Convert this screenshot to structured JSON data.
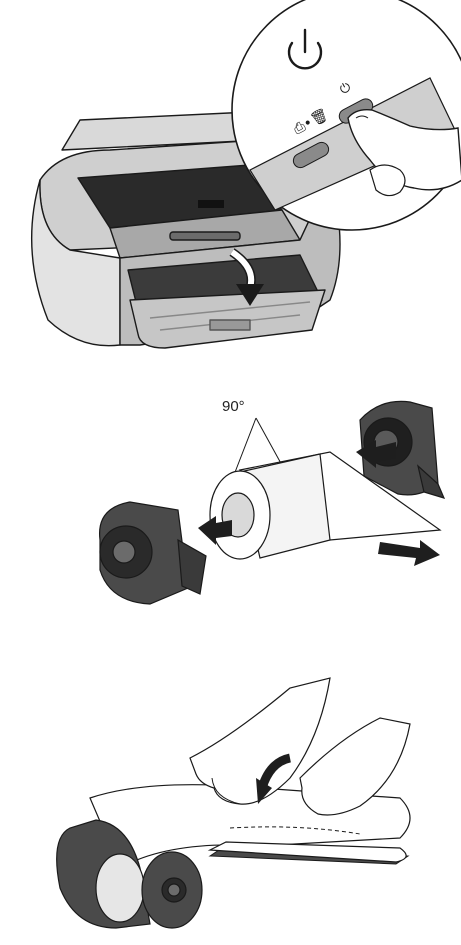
{
  "figure": {
    "step1": {
      "title": "printer-power-on-illustration",
      "icons": [
        "power-icon",
        "paper-eject-icon"
      ],
      "arrow": "open-output-tray-arrow-down"
    },
    "step2": {
      "angle_label": "90°",
      "arrows": [
        "insert-left-spindle-arrow",
        "insert-right-spindle-arrow",
        "paper-feed-direction-arrow"
      ]
    },
    "step3": {
      "arrow": "roll-curl-arrow"
    },
    "colors": {
      "line": "#1a1a1a",
      "gray_light": "#e6e6e6",
      "gray_mid": "#b3b3b3",
      "gray_dark": "#5a5a5a",
      "black": "#1e1e1e"
    }
  }
}
